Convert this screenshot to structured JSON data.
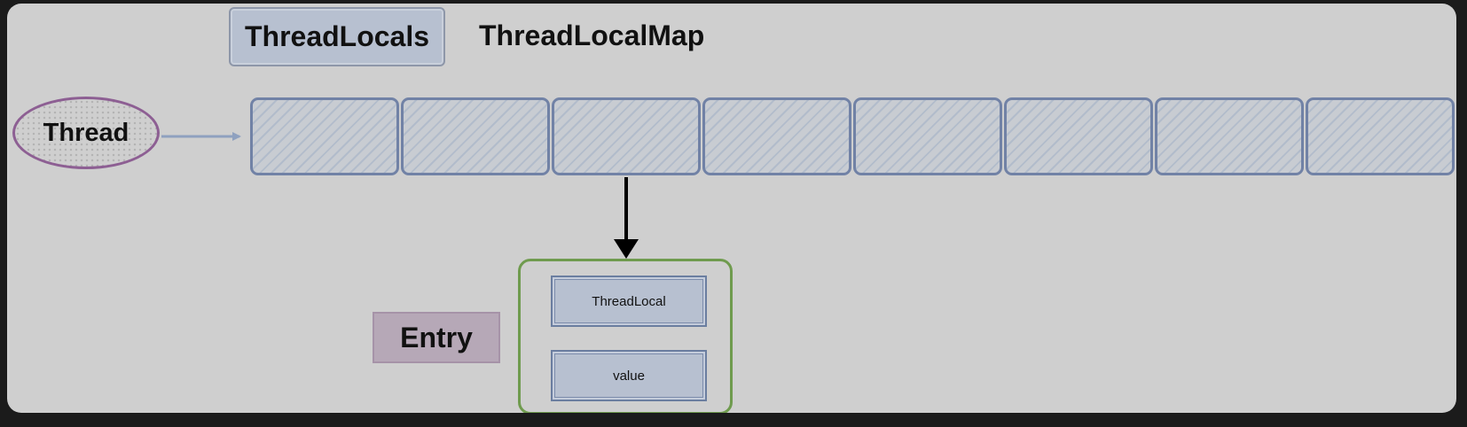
{
  "diagram": {
    "threadlocals_label": "ThreadLocals",
    "map_label": "ThreadLocalMap",
    "thread_label": "Thread",
    "slot_count": 8,
    "entry_label": "Entry",
    "entry_fields": [
      "ThreadLocal",
      "value"
    ]
  },
  "colors": {
    "background": "#cfcfcf",
    "slot_border": "#7182a6",
    "thread_border": "#8d5f93",
    "entry_border": "#6f9b4e",
    "pointer_arrow": "#000000",
    "thread_arrow": "#8fa1bf"
  }
}
